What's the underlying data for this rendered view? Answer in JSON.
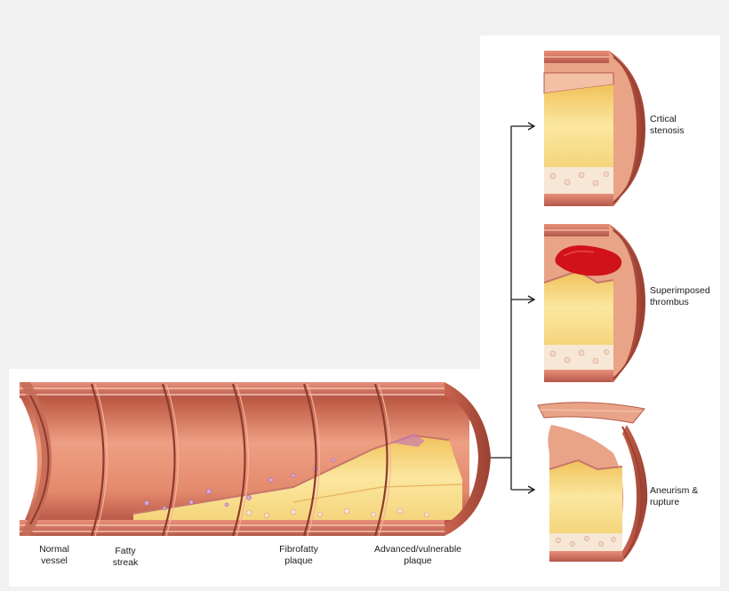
{
  "stages": [
    {
      "label": "Normal\nvessel"
    },
    {
      "label": "Fatty\nstreak"
    },
    {
      "label": "Fibrofatty\nplaque"
    },
    {
      "label": "Advanced/vulnerable\nplaque"
    }
  ],
  "outcomes": [
    {
      "label": "Crtical\nstenosis"
    },
    {
      "label": "Superimposed\nthrombus"
    },
    {
      "label": "Aneurism &\nrupture"
    }
  ],
  "colors": {
    "vessel_wall": "#d9826a",
    "vessel_dark": "#a94e3e",
    "lumen": "#f0a58a",
    "plaque": "#f3cf6e",
    "plaque_light": "#fbe9a6",
    "thrombus": "#d0121b",
    "foam_cells": "#d8a6d8",
    "arrow": "#1a1a1a"
  }
}
